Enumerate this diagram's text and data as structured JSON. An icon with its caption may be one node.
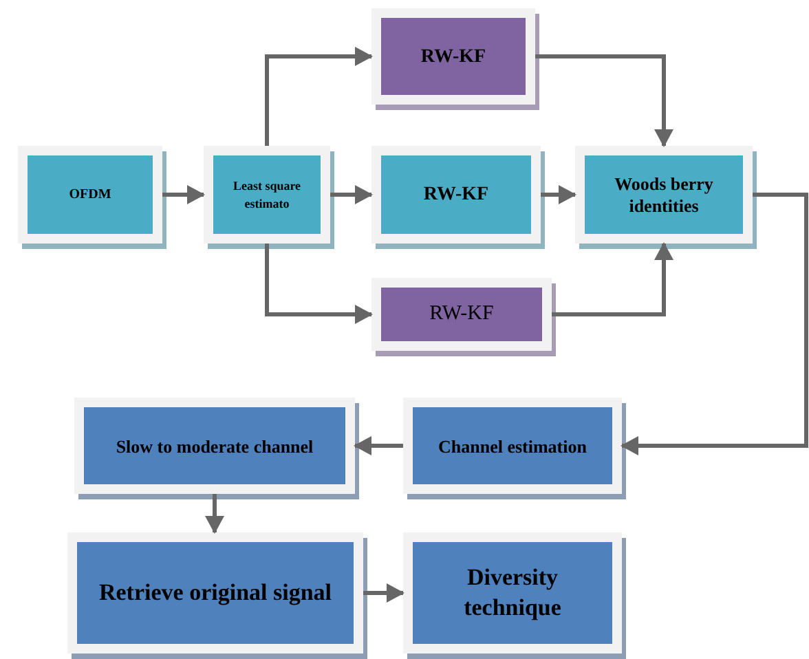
{
  "diagram": {
    "nodes": [
      {
        "text": [
          "OFDM"
        ]
      },
      {
        "text": [
          "Least square estimato"
        ]
      },
      {
        "text": [
          "RW-KF"
        ]
      },
      {
        "text": [
          "RW-KF"
        ]
      },
      {
        "text": [
          "RW-KF"
        ]
      },
      {
        "text": [
          "Woods berry identities"
        ]
      },
      {
        "text": [
          "Slow to moderate channel"
        ]
      },
      {
        "text": [
          "Channel estimation"
        ]
      },
      {
        "text": [
          "Retrieve original signal"
        ]
      },
      {
        "text": [
          "Diversity technique"
        ]
      }
    ],
    "edges": [
      {
        "from": 0,
        "to": 1,
        "arrow": "to"
      },
      {
        "from": 1,
        "to": 2,
        "arrow": "to"
      },
      {
        "from": 1,
        "to": 3,
        "arrow": "to"
      },
      {
        "from": 1,
        "to": 4,
        "arrow": "to"
      },
      {
        "from": 2,
        "to": 5,
        "arrow": "to"
      },
      {
        "from": 3,
        "to": 5,
        "arrow": "to"
      },
      {
        "from": 4,
        "to": 5,
        "arrow": "to"
      },
      {
        "from": 5,
        "to": 7,
        "arrow": "to"
      },
      {
        "from": 7,
        "to": 6,
        "arrow": "to"
      },
      {
        "from": 6,
        "to": 8,
        "arrow": "to"
      },
      {
        "from": 8,
        "to": 9,
        "arrow": "to"
      }
    ]
  }
}
